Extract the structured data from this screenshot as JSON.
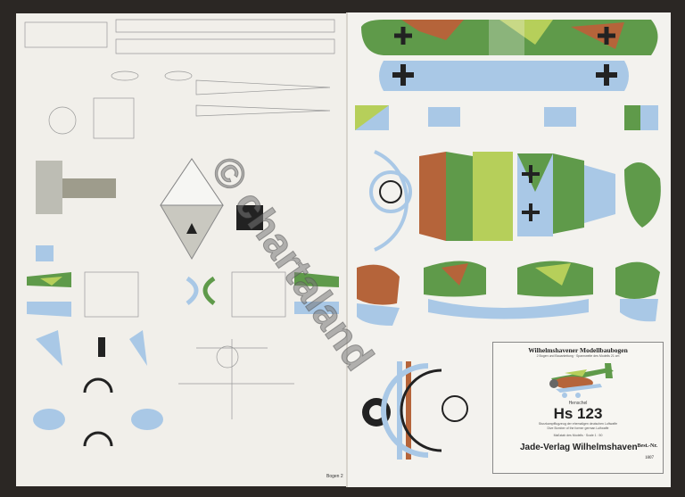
{
  "sheet": {
    "page_label": "Bogen 2",
    "watermark": "© chartaland",
    "colors": {
      "background": "#2b2724",
      "paper": "#f1efea",
      "green": "#5f9a4a",
      "brown": "#b5643a",
      "light_green": "#b6cf5a",
      "blue": "#a9c8e6",
      "black": "#222222"
    }
  },
  "title_block": {
    "series": "Wilhelmshavener Modellbaubogen",
    "subtitle": "2 Bogen und Bauanleitung · Spannweite des Modells 21 cm",
    "maker": "Henschel",
    "model": "Hs 123",
    "description_1": "Sturzkampfflugzeug der ehemaligen deutschen Luftwaffe",
    "description_2": "Dive Bomber of the former german Luftwaffe",
    "scale": "Maßstab des Modells · Scale 1 : 50",
    "publisher": "Jade-Verlag Wilhelmshaven",
    "order_label": "Best.-Nr.",
    "order_number": "1807"
  }
}
